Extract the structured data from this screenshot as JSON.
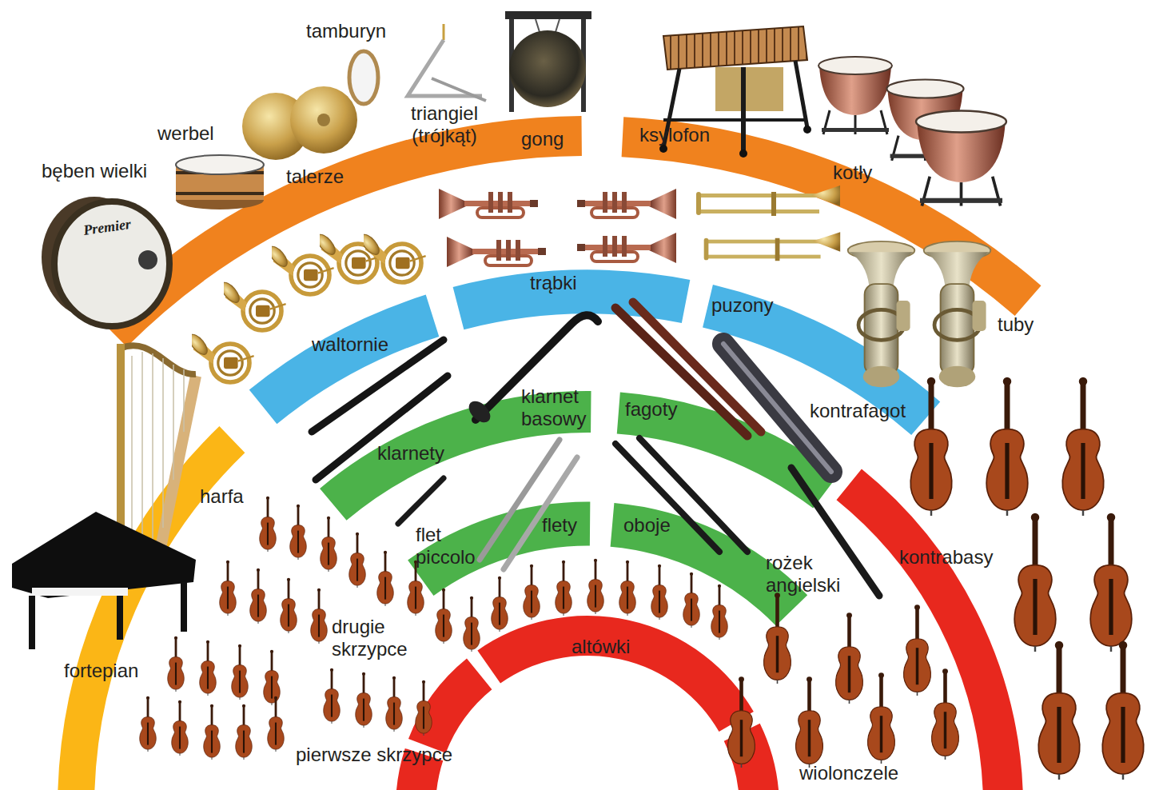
{
  "diagram": {
    "labels": [
      "tamburyn",
      "triangiel (trójkąt)",
      "gong",
      "werbel",
      "talerze",
      "ksylofon",
      "bęben wielki",
      "kotły",
      "trąbki",
      "puzony",
      "tuby",
      "waltornie",
      "klarnet basowy",
      "fagoty",
      "kontrafagot",
      "klarnety",
      "harfa",
      "flet piccolo",
      "flety",
      "oboje",
      "rożek angielski",
      "kontrabasy",
      "drugie skrzypce",
      "altówki",
      "fortepian",
      "pierwsze skrzypce",
      "wiolonczele",
      "Premier"
    ]
  }
}
